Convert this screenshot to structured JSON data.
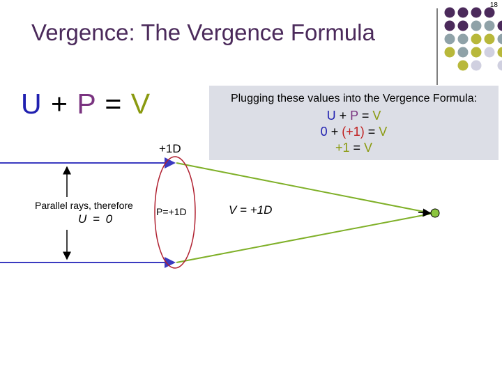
{
  "slide_number": "18",
  "title": "Vergence: The Vergence Formula",
  "formula": {
    "u": "U",
    "plus": "+",
    "p": "P",
    "eq": "=",
    "v": "V"
  },
  "plug_box": {
    "heading": "Plugging these values into the Vergence Formula:",
    "line1": {
      "u": "U",
      "plus": "+",
      "p": "P",
      "eq": "=",
      "v": "V"
    },
    "line2": {
      "zero": "0",
      "plus": "+",
      "p": "(+1)",
      "eq": "=",
      "v": "V"
    },
    "line3": {
      "val": "+1",
      "eq": "=",
      "v": "V"
    }
  },
  "diagram": {
    "lens_power": "+1D",
    "p_label": "P=+1D",
    "v_label": "V = +1D",
    "parallel_text": "Parallel rays, therefore",
    "u_label": "U = 0"
  },
  "colors": {
    "title": "#4b2a5b",
    "u": "#2020b0",
    "p": "#7a3380",
    "v": "#8a9a10",
    "p_value": "#c02020",
    "ray_incoming": "#3a3ac0",
    "ray_converging": "#7fb028",
    "lens": "#b02030",
    "focal_point": "#8cc63f",
    "box": "#dcdee6"
  },
  "decor_dots": {
    "colors": [
      "#4b2a5b",
      "#8fa2a8",
      "#b8b83a",
      "#d0d0e0"
    ]
  }
}
